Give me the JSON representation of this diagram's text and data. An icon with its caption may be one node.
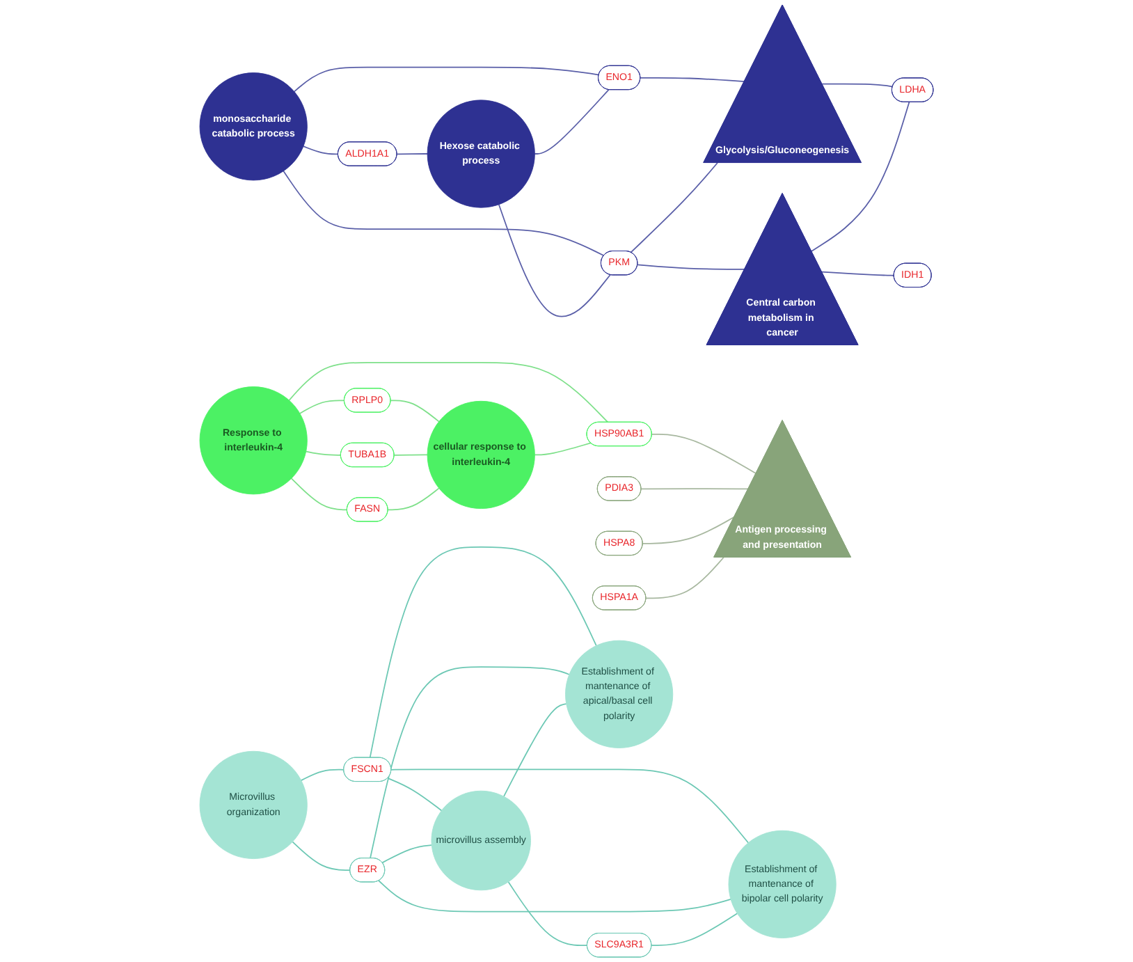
{
  "diagram": {
    "nodes": [
      {
        "text": [
          "monosaccharide catabolic process"
        ]
      },
      {
        "text": [
          "ALDH1A1"
        ]
      },
      {
        "text": [
          "Hexose catabolic process"
        ]
      },
      {
        "text": [
          "ENO1"
        ]
      },
      {
        "text": [
          "PKM"
        ]
      },
      {
        "text": [
          "Glycolysis/Gluconeogenesis"
        ]
      },
      {
        "text": [
          "Central carbon metabolism in cancer"
        ]
      },
      {
        "text": [
          "IDH1"
        ]
      },
      {
        "text": [
          "LDHA"
        ]
      },
      {
        "text": [
          "RPLP0"
        ]
      },
      {
        "text": [
          "TUBA1B"
        ]
      },
      {
        "text": [
          "Response to interleukin-4"
        ]
      },
      {
        "text": [
          "FASN"
        ]
      },
      {
        "text": [
          "cellular response to interleukin-4"
        ]
      },
      {
        "text": [
          "HSP90AB1"
        ]
      },
      {
        "text": [
          "PDIA3"
        ]
      },
      {
        "text": [
          "HSPA8"
        ]
      },
      {
        "text": [
          "HSPA1A"
        ]
      },
      {
        "text": [
          "Antigen processing and presentation"
        ]
      },
      {
        "text": [
          "FSCN1"
        ]
      },
      {
        "text": [
          "Microvillus organization"
        ]
      },
      {
        "text": [
          "Establishment of mantenance of apical/basal cell polarity"
        ]
      },
      {
        "text": [
          "EZR"
        ]
      },
      {
        "text": [
          "microvillus assembly"
        ]
      },
      {
        "text": [
          "SLC9A3R1"
        ]
      },
      {
        "text": [
          "Establishment of mantenance of bipolar cell polarity"
        ]
      }
    ],
    "edges": [
      {
        "from": 0,
        "to": 1,
        "arrow": "none",
        "color": "#5a5fa8"
      },
      {
        "from": 1,
        "to": 2,
        "arrow": "none",
        "color": "#5a5fa8"
      },
      {
        "from": 0,
        "to": 3,
        "arrow": "none",
        "color": "#5a5fa8"
      },
      {
        "from": 2,
        "to": 3,
        "arrow": "none",
        "color": "#5a5fa8"
      },
      {
        "from": 0,
        "to": 4,
        "arrow": "none",
        "color": "#5a5fa8"
      },
      {
        "from": 2,
        "to": 4,
        "arrow": "none",
        "color": "#5a5fa8"
      },
      {
        "from": 3,
        "to": 5,
        "arrow": "none",
        "color": "#5a5fa8"
      },
      {
        "from": 4,
        "to": 5,
        "arrow": "none",
        "color": "#5a5fa8"
      },
      {
        "from": 4,
        "to": 6,
        "arrow": "none",
        "color": "#5a5fa8"
      },
      {
        "from": 6,
        "to": 7,
        "arrow": "none",
        "color": "#5a5fa8"
      },
      {
        "from": 5,
        "to": 8,
        "arrow": "none",
        "color": "#5a5fa8"
      },
      {
        "from": 6,
        "to": 8,
        "arrow": "none",
        "color": "#5a5fa8"
      },
      {
        "from": 11,
        "to": 9,
        "arrow": "none",
        "color": "#7ee08a"
      },
      {
        "from": 9,
        "to": 13,
        "arrow": "none",
        "color": "#7ee08a"
      },
      {
        "from": 11,
        "to": 10,
        "arrow": "none",
        "color": "#7ee08a"
      },
      {
        "from": 10,
        "to": 13,
        "arrow": "none",
        "color": "#7ee08a"
      },
      {
        "from": 11,
        "to": 12,
        "arrow": "none",
        "color": "#7ee08a"
      },
      {
        "from": 12,
        "to": 13,
        "arrow": "none",
        "color": "#7ee08a"
      },
      {
        "from": 11,
        "to": 14,
        "arrow": "none",
        "color": "#7ee08a"
      },
      {
        "from": 13,
        "to": 14,
        "arrow": "none",
        "color": "#7ee08a"
      },
      {
        "from": 14,
        "to": 18,
        "arrow": "none",
        "color": "#a8b8a0"
      },
      {
        "from": 15,
        "to": 18,
        "arrow": "none",
        "color": "#a8b8a0"
      },
      {
        "from": 16,
        "to": 18,
        "arrow": "none",
        "color": "#a8b8a0"
      },
      {
        "from": 17,
        "to": 18,
        "arrow": "none",
        "color": "#a8b8a0"
      },
      {
        "from": 20,
        "to": 19,
        "arrow": "none",
        "color": "#6cc8b4"
      },
      {
        "from": 19,
        "to": 21,
        "arrow": "none",
        "color": "#6cc8b4"
      },
      {
        "from": 19,
        "to": 23,
        "arrow": "none",
        "color": "#6cc8b4"
      },
      {
        "from": 19,
        "to": 25,
        "arrow": "none",
        "color": "#6cc8b4"
      },
      {
        "from": 20,
        "to": 22,
        "arrow": "none",
        "color": "#6cc8b4"
      },
      {
        "from": 22,
        "to": 21,
        "arrow": "none",
        "color": "#6cc8b4"
      },
      {
        "from": 22,
        "to": 23,
        "arrow": "none",
        "color": "#6cc8b4"
      },
      {
        "from": 22,
        "to": 25,
        "arrow": "none",
        "color": "#6cc8b4"
      },
      {
        "from": 23,
        "to": 24,
        "arrow": "none",
        "color": "#6cc8b4"
      },
      {
        "from": 24,
        "to": 25,
        "arrow": "none",
        "color": "#6cc8b4"
      },
      {
        "from": 23,
        "to": 21,
        "arrow": "none",
        "color": "#6cc8b4"
      }
    ]
  }
}
